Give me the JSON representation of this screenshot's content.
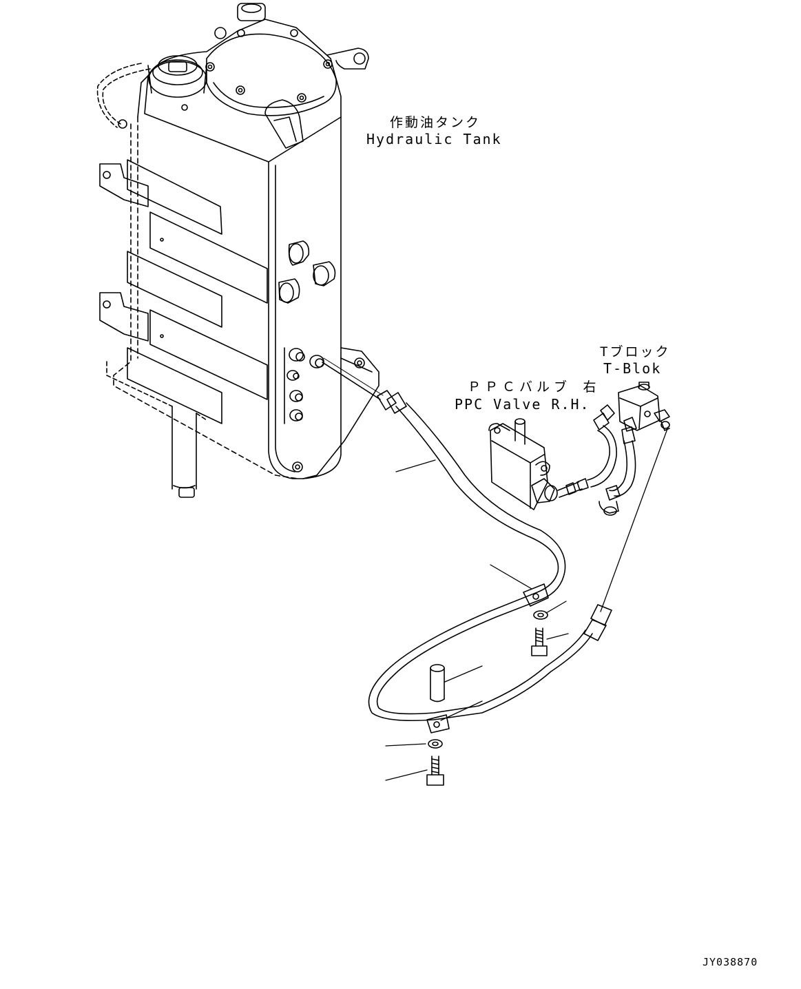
{
  "labels": {
    "hydraulic_tank_jp": "作動油タンク",
    "hydraulic_tank_en": "Hydraulic Tank",
    "ppc_valve_jp": "ＰＰＣバルブ 右",
    "ppc_valve_en": "PPC Valve R.H.",
    "t_block_jp": "Tブロック",
    "t_block_en": "T-Blok"
  },
  "drawing_code": "JY038870",
  "colors": {
    "line": "#000000",
    "background": "#ffffff"
  }
}
